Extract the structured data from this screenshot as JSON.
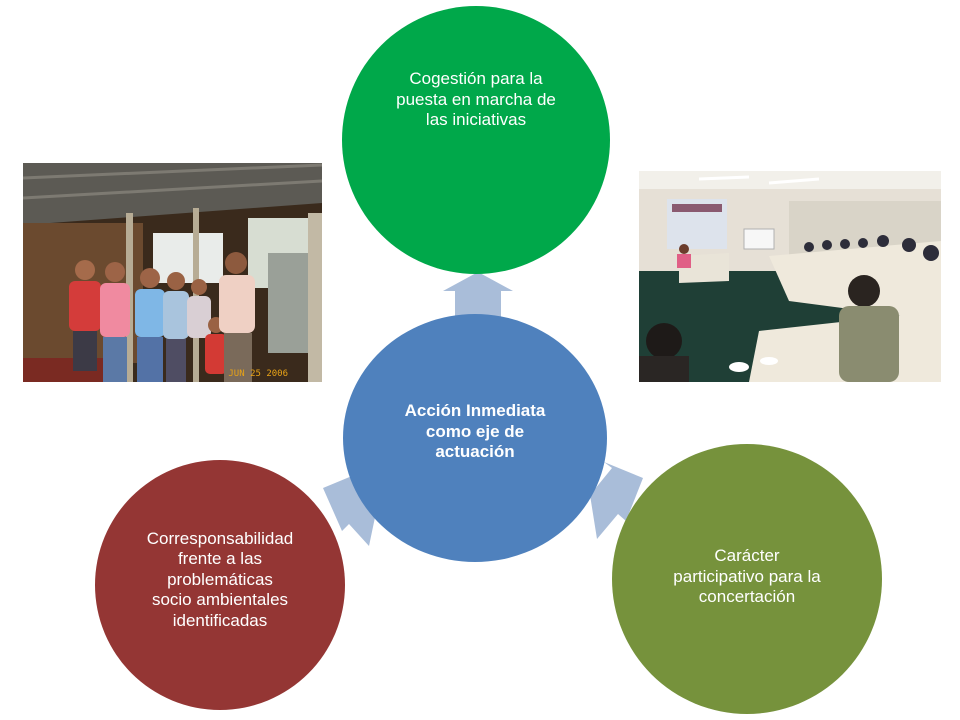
{
  "center_node": {
    "label": "Acción Inmediata\ncomo eje de\nactuación",
    "color": "#4f81bd"
  },
  "top_node": {
    "label": "Cogestión para la\npuesta en marcha de\nlas iniciativas",
    "color": "#00a84a"
  },
  "right_node": {
    "label": "Carácter\nparticipativo para la\nconcertación",
    "color": "#76923c"
  },
  "left_node": {
    "label": "Corresponsabilidad\nfrente a las\nproblemáticas\nsocio ambientales\nidentificadas",
    "color": "#943634"
  },
  "arrow_color": "#a9bdd9",
  "photo_left": {
    "stamp": "JUN 25 2006"
  }
}
